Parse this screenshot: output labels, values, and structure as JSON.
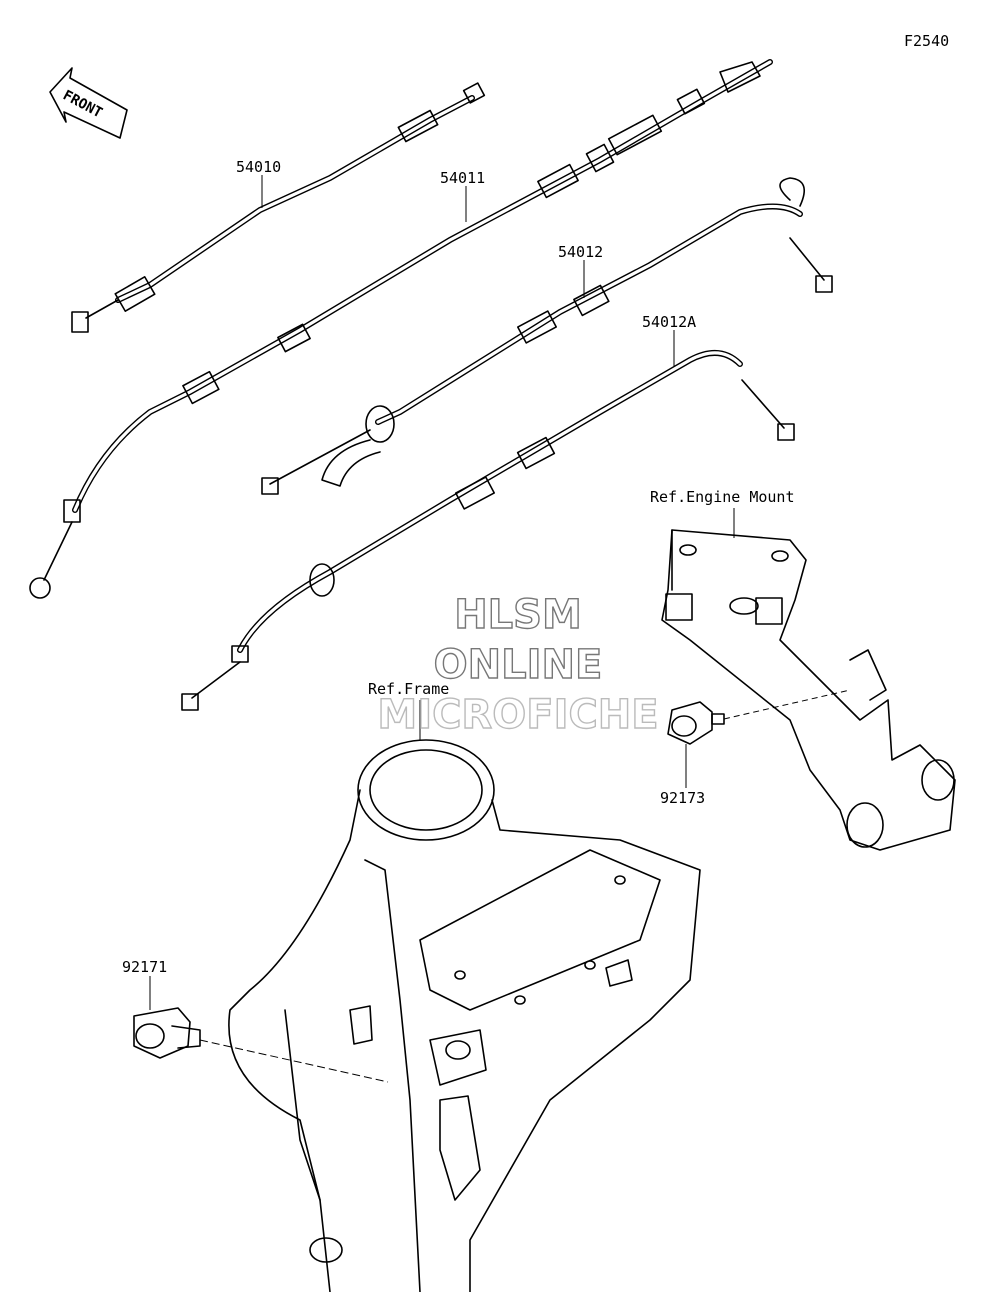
{
  "figure_code": "F2540",
  "direction_arrow": {
    "label": "FRONT"
  },
  "parts": [
    {
      "number": "54010"
    },
    {
      "number": "54011"
    },
    {
      "number": "54012"
    },
    {
      "number": "54012A"
    },
    {
      "number": "92173"
    },
    {
      "number": "92171"
    }
  ],
  "references": [
    {
      "label": "Ref.Engine Mount"
    },
    {
      "label": "Ref.Frame"
    }
  ],
  "watermark": {
    "line1": "HLSM",
    "line2": "ONLINE",
    "line3": "MICROFICHE"
  }
}
